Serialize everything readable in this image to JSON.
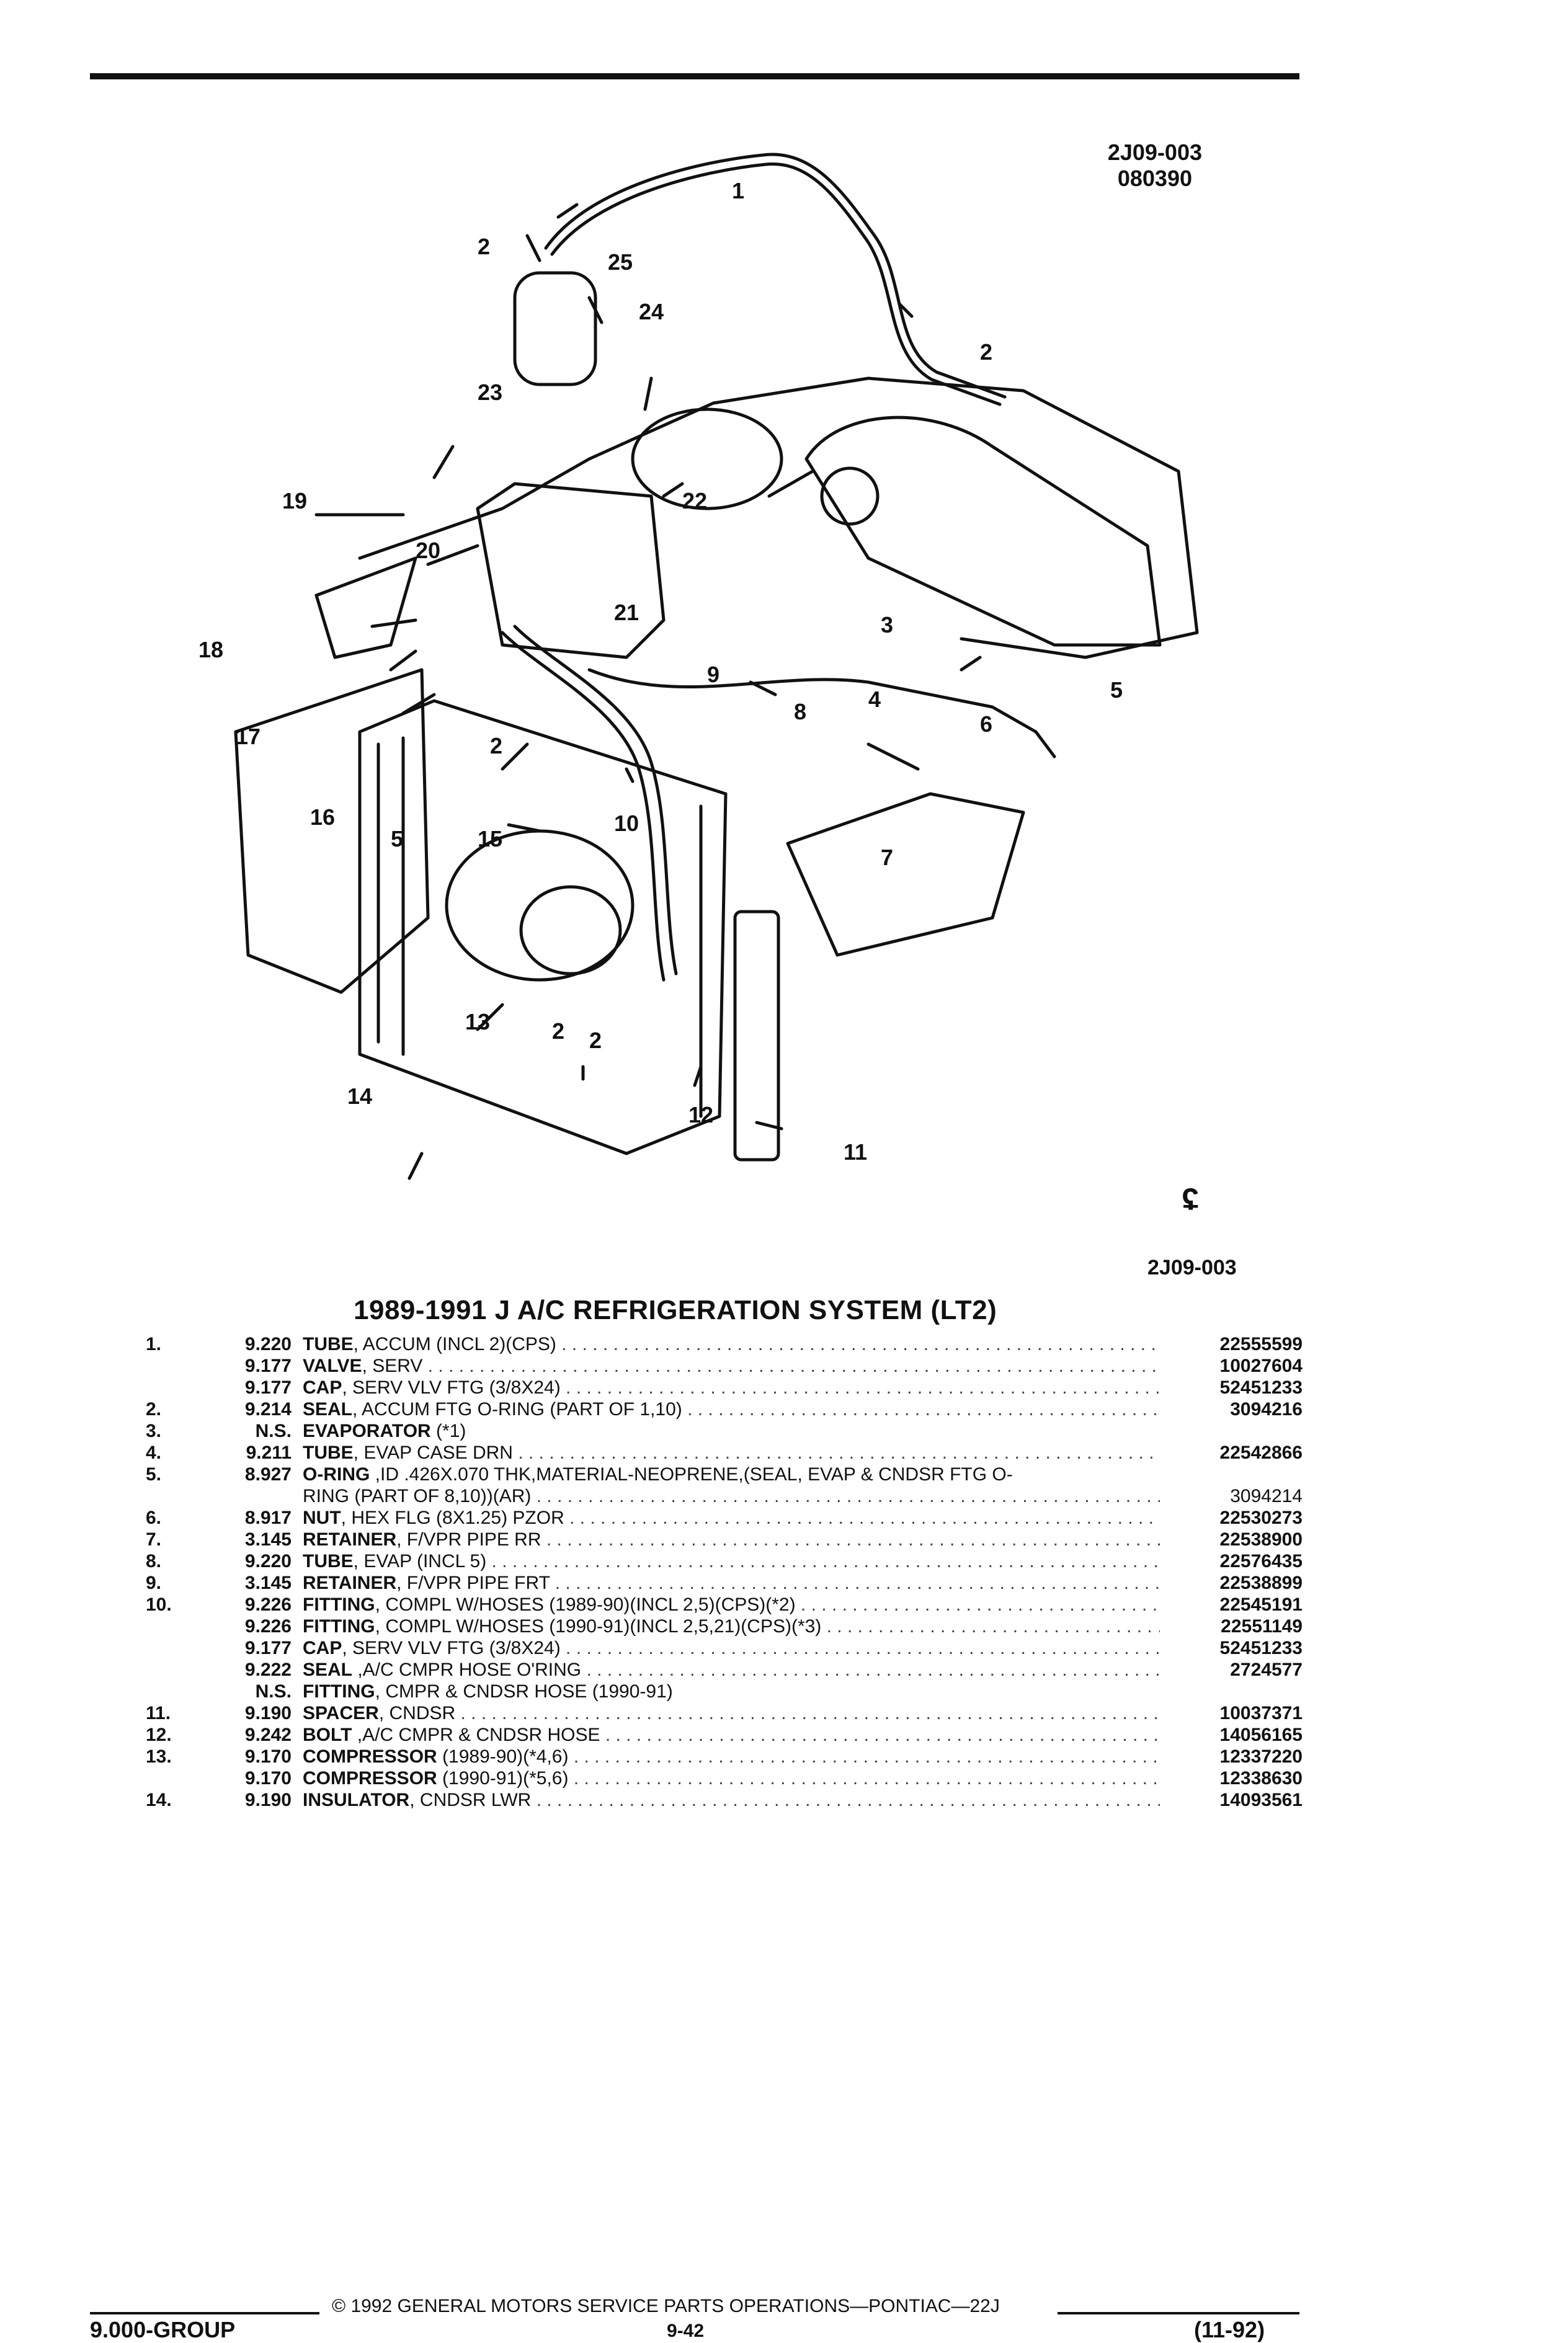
{
  "header": {
    "ref_code": "2J09-003",
    "ref_date": "080390"
  },
  "diagram": {
    "callouts": [
      "1",
      "2",
      "2",
      "2",
      "2",
      "2",
      "3",
      "4",
      "5",
      "5",
      "6",
      "7",
      "8",
      "9",
      "10",
      "11",
      "12",
      "13",
      "14",
      "15",
      "16",
      "17",
      "18",
      "19",
      "20",
      "21",
      "22",
      "23",
      "24",
      "25"
    ],
    "mark": "ʢ"
  },
  "figure_ref": "2J09-003",
  "title": "1989-1991 J A/C REFRIGERATION SYSTEM (LT2)",
  "parts": [
    {
      "item": "1.",
      "group": "9.220",
      "name": "TUBE",
      "desc": ", ACCUM (INCL 2)(CPS)",
      "part": "22555599"
    },
    {
      "item": "",
      "group": "9.177",
      "name": "VALVE",
      "desc": ", SERV",
      "part": "10027604"
    },
    {
      "item": "",
      "group": "9.177",
      "name": "CAP",
      "desc": ", SERV VLV FTG (3/8X24)",
      "part": "52451233"
    },
    {
      "item": "2.",
      "group": "9.214",
      "name": "SEAL",
      "desc": ", ACCUM FTG O-RING (PART OF 1,10)",
      "part": "3094216"
    },
    {
      "item": "3.",
      "group": "N.S.",
      "name": "EVAPORATOR",
      "desc": " (*1)",
      "part": ""
    },
    {
      "item": "4.",
      "group": "9.211",
      "name": "TUBE",
      "desc": ", EVAP CASE DRN",
      "part": "22542866"
    },
    {
      "item": "5.",
      "group": "8.927",
      "name": "O-RING",
      "desc": " ,ID .426X.070 THK,MATERIAL-NEOPRENE,(SEAL, EVAP & CNDSR FTG O-",
      "part": ""
    },
    {
      "item": "",
      "group": "",
      "name": "",
      "desc": "RING (PART OF 8,10))(AR)",
      "part": "3094214"
    },
    {
      "item": "6.",
      "group": "8.917",
      "name": "NUT",
      "desc": ", HEX FLG (8X1.25) PZOR",
      "part": "22530273"
    },
    {
      "item": "7.",
      "group": "3.145",
      "name": "RETAINER",
      "desc": ", F/VPR PIPE RR",
      "part": "22538900"
    },
    {
      "item": "8.",
      "group": "9.220",
      "name": "TUBE",
      "desc": ", EVAP (INCL 5)",
      "part": "22576435"
    },
    {
      "item": "9.",
      "group": "3.145",
      "name": "RETAINER",
      "desc": ", F/VPR PIPE FRT",
      "part": "22538899"
    },
    {
      "item": "10.",
      "group": "9.226",
      "name": "FITTING",
      "desc": ", COMPL W/HOSES (1989-90)(INCL 2,5)(CPS)(*2)",
      "part": "22545191"
    },
    {
      "item": "",
      "group": "9.226",
      "name": "FITTING",
      "desc": ", COMPL W/HOSES (1990-91)(INCL 2,5,21)(CPS)(*3)",
      "part": "22551149"
    },
    {
      "item": "",
      "group": "9.177",
      "name": "CAP",
      "desc": ", SERV VLV FTG (3/8X24)",
      "part": "52451233"
    },
    {
      "item": "",
      "group": "9.222",
      "name": "SEAL",
      "desc": " ,A/C CMPR HOSE O'RING",
      "part": "2724577"
    },
    {
      "item": "",
      "group": "N.S.",
      "name": "FITTING",
      "desc": ", CMPR & CNDSR HOSE (1990-91)",
      "part": ""
    },
    {
      "item": "11.",
      "group": "9.190",
      "name": "SPACER",
      "desc": ", CNDSR",
      "part": "10037371"
    },
    {
      "item": "12.",
      "group": "9.242",
      "name": "BOLT",
      "desc": " ,A/C CMPR & CNDSR HOSE",
      "part": "14056165"
    },
    {
      "item": "13.",
      "group": "9.170",
      "name": "COMPRESSOR",
      "desc": " (1989-90)(*4,6)",
      "part": "12337220"
    },
    {
      "item": "",
      "group": "9.170",
      "name": "COMPRESSOR",
      "desc": " (1990-91)(*5,6)",
      "part": "12338630"
    },
    {
      "item": "14.",
      "group": "9.190",
      "name": "INSULATOR",
      "desc": ", CNDSR LWR",
      "part": "14093561"
    }
  ],
  "footer": {
    "copyright": "© 1992 GENERAL MOTORS SERVICE PARTS OPERATIONS—PONTIAC—22J",
    "group": "9.000-GROUP",
    "page": "9-42",
    "date": "(11-92)"
  }
}
